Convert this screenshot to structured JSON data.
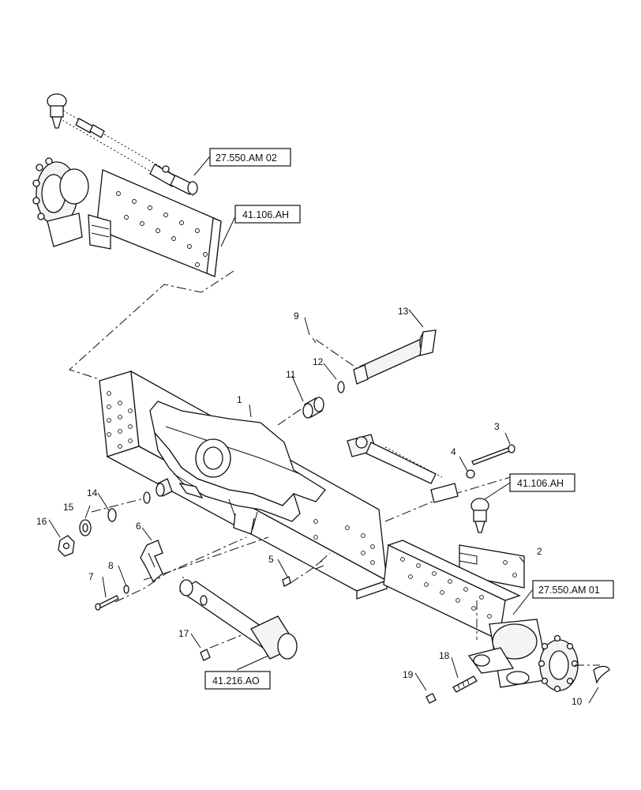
{
  "callouts": {
    "c1": "1",
    "c2": "2",
    "c3": "3",
    "c4": "4",
    "c5": "5",
    "c6": "6",
    "c7": "7",
    "c8": "8",
    "c9": "9",
    "c10": "10",
    "c11": "11",
    "c12": "12",
    "c13": "13",
    "c14": "14",
    "c15": "15",
    "c16": "16",
    "c17": "17",
    "c18": "18",
    "c19": "19"
  },
  "references": {
    "steering_top": "27.550.AM 02",
    "axle_top": "41.106.AH",
    "axle_right": "41.106.AH",
    "steering_right": "27.550.AM 01",
    "shaft": "41.216.AO"
  }
}
